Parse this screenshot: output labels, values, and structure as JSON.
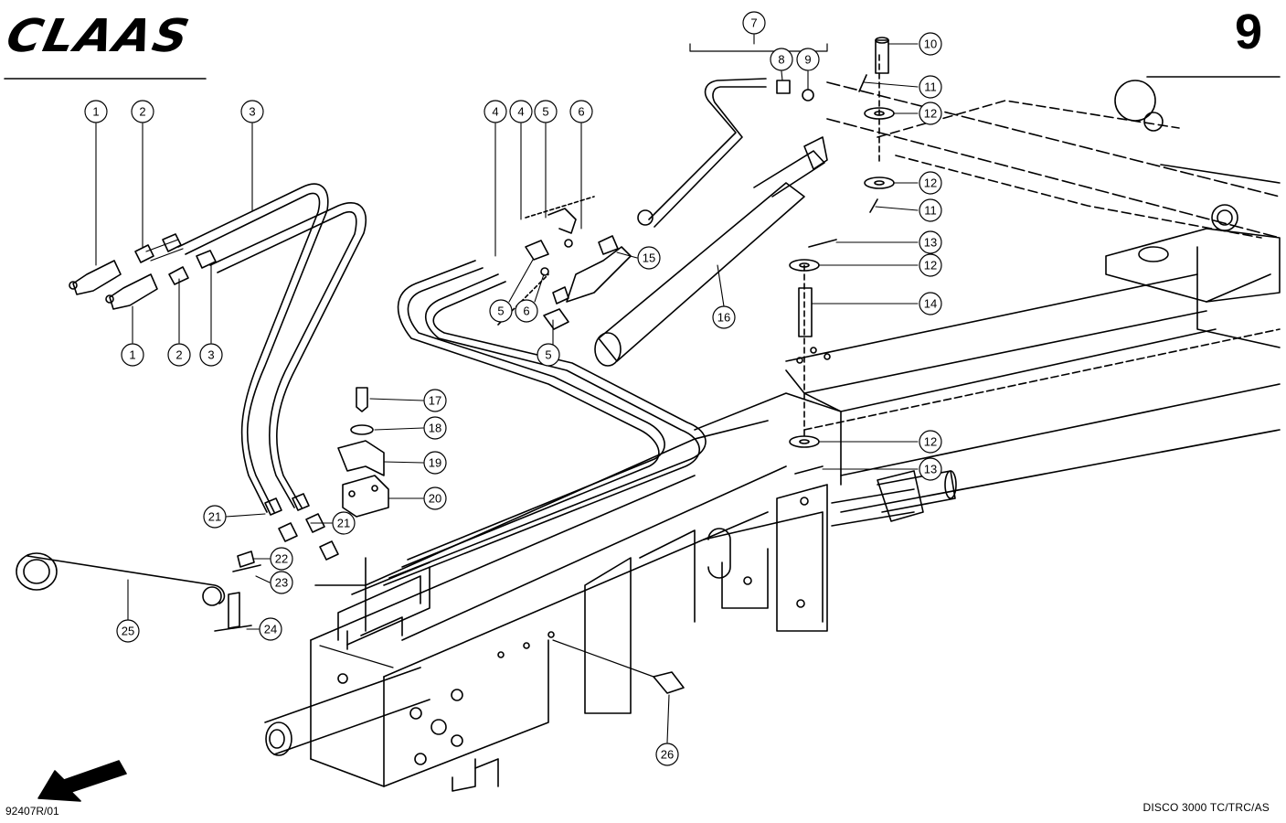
{
  "header": {
    "brand": "CLAAS",
    "page_number": "9"
  },
  "footer": {
    "drawing_number": "92407R/01",
    "model": "DISCO 3000 TC/TRC/AS"
  },
  "callouts": [
    "1",
    "2",
    "3",
    "1",
    "2",
    "3",
    "4",
    "4",
    "5",
    "6",
    "5",
    "6",
    "5",
    "7",
    "8",
    "9",
    "10",
    "11",
    "12",
    "12",
    "11",
    "13",
    "12",
    "14",
    "12",
    "13",
    "15",
    "16",
    "17",
    "18",
    "19",
    "20",
    "21",
    "21",
    "22",
    "23",
    "24",
    "25",
    "26"
  ],
  "colors": {
    "ink": "#000000",
    "paper": "#ffffff"
  }
}
